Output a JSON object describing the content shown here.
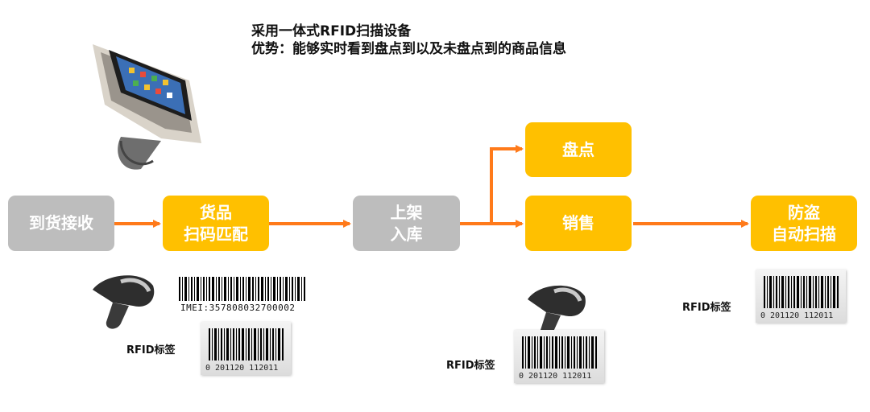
{
  "header": {
    "line1": "采用一体式RFID扫描设备",
    "line2": "优势：能够实时看到盘点到以及未盘点到的商品信息"
  },
  "nodes": {
    "receive": "到货接收",
    "match_l1": "货品",
    "match_l2": "扫码匹配",
    "shelf_l1": "上架",
    "shelf_l2": "入库",
    "inventory": "盘点",
    "sales": "销售",
    "antitheft_l1": "防盗",
    "antitheft_l2": "自动扫描"
  },
  "tags": {
    "rfid_label": "RFID标签",
    "barcode_number": "0 201120 112011",
    "imei_text": "IMEI:357808032700002"
  },
  "colors": {
    "accent": "#ffc000",
    "arrow": "#ff7a1a",
    "gray_box": "#bdbdbd"
  }
}
